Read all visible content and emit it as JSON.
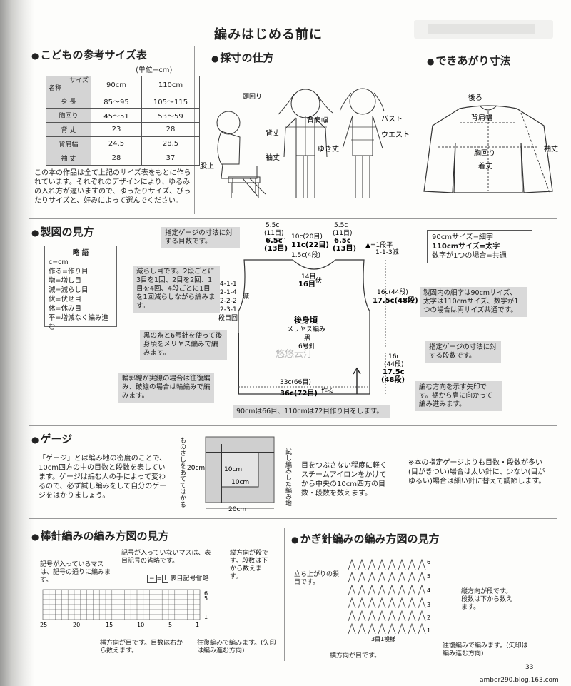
{
  "header": {
    "title": "編みはじめる前に",
    "page_number": "33",
    "footer_credit": "amber290.blog.163.com"
  },
  "size_ref": {
    "heading": "こどもの参考サイズ表",
    "unit": "(単位=cm)",
    "corner_top": "サイズ",
    "corner_bottom": "名称",
    "columns": [
      "90cm",
      "110cm"
    ],
    "rows": [
      {
        "label": "身 長",
        "v90": "85〜95",
        "v110": "105〜115"
      },
      {
        "label": "胸回り",
        "v90": "45〜51",
        "v110": "53〜59"
      },
      {
        "label": "背 丈",
        "v90": "23",
        "v110": "28"
      },
      {
        "label": "背肩幅",
        "v90": "24.5",
        "v110": "28.5"
      },
      {
        "label": "袖 丈",
        "v90": "28",
        "v110": "37"
      }
    ],
    "note": "この本の作品は全て上記のサイズ表をもとに作られています。それぞれのデザインにより、ゆるみの入れ方が違いますので、ゆったりサイズ、ぴったりサイズと、好みによって選んでください。"
  },
  "measure": {
    "heading": "採寸の仕方",
    "labels": {
      "head": "頭回り",
      "back_length": "背丈",
      "sleeve": "袖丈",
      "crotch": "股上",
      "shoulder": "背肩幅",
      "yuki": "ゆき丈",
      "bust": "バスト",
      "waist": "ウエスト"
    }
  },
  "finished": {
    "heading": "できあがり寸法",
    "labels": {
      "back": "後ろ",
      "shoulder": "背肩幅",
      "chest": "胸回り",
      "length": "着丈",
      "sleeve": "袖丈"
    }
  },
  "pattern": {
    "heading": "製図の見方",
    "abbr_title": "略 語",
    "abbr": [
      "c=cm",
      "作る=作り目",
      "増=増し目",
      "減=減らし目",
      "伏=伏せ目",
      "休=休み目",
      "平=増減なく編み進む"
    ],
    "notes": {
      "gauge_count": "指定ゲージの寸法に対する目数です。",
      "decrease": "減らし目です。2段ごとに3目を1回、2目を2回、1目を4回、4段ごとに1目を1回減らしながら編みます。",
      "yarn": "黒の糸と6号針を使って後身頃をメリヤス編みで編みます。",
      "outline": "輪郭線が実線の場合は往復編み、破線の場合は輪編みで編みます。",
      "size_note": "90cmサイズ=細字",
      "size_note2": "110cmサイズ=太字",
      "size_note3": "数字が1つの場合=共通",
      "size_expl": "製図内の細字は90cmサイズ、太字は110cmサイズ、数字が1つの場合は両サイズ共通です。",
      "row_count": "指定ゲージの寸法に対する段数です。",
      "direction": "編む方向を示す矢印です。裾から肩に向かって編み進みます。",
      "cast_on": "90cmは66目、110cmは72目作り目をします。"
    },
    "diagram": {
      "dec_seq": [
        "4-1-1",
        "2-1-4",
        "2-2-2",
        "2-3-1"
      ],
      "dec_unit": "段目回",
      "dec_label": "減",
      "top_left_a": "5.5c",
      "top_left_b": "(11目)",
      "top_left_c": "6.5c",
      "top_left_d": "(13目)",
      "top_mid_a": "10c(20目)",
      "top_mid_b": "11c(22目)",
      "top_right_a": "5.5c",
      "top_right_b": "(11目)",
      "top_right_c": "6.5c",
      "top_right_d": "(13目)",
      "neck_rows": "1.5c(4段)",
      "neck_st_a": "14目",
      "neck_st_b": "16目",
      "neck_fu": "伏",
      "sym": "▲=1段平",
      "sym2": "1-1-3減",
      "right_a": "16c(44段)",
      "right_b": "17.5c(48段)",
      "right2_a": "16c",
      "right2_b": "(44段)",
      "right2_c": "17.5c",
      "right2_d": "(48段)",
      "piece": "後身頃",
      "stitch": "メリヤス編み",
      "color": "黒",
      "needle": "6号針",
      "bottom_a": "33c(66目)",
      "bottom_b": "36c(72目)",
      "make": "作る",
      "watermark": "悠悠云汀"
    }
  },
  "gauge": {
    "heading": "ゲージ",
    "text": "「ゲージ」とは編み地の密度のことで、10cm四方の中の目数と段数を表しています。ゲージは編む人の手によって変わるので、必ず試し編みをして自分のゲージをはかりましょう。",
    "ruler": "ものさしをあててはかる",
    "swatch": "試し編みした編み地",
    "d20h": "20cm",
    "d10h": "10cm",
    "d10v": "10cm",
    "d20v": "20cm",
    "iron": "目をつぶさない程度に軽くスチームアイロンをかけてから中央の10cm四方の目数・段数を数えます。",
    "tip": "※本の指定ゲージよりも目数・段数が多い(目がきつい)場合は太い針に、少ない(目がゆるい)場合は細い針に替えて調節します。"
  },
  "knit_chart": {
    "heading": "棒針編みの編み方図の見方",
    "note_sym": "記号が入っているマスは、記号の通りに編みます。",
    "note_blank": "記号が入っていないマスは、表目記号の省略です。",
    "omit": "表目記号省略",
    "note_rows": "縦方向が段です。段数は下から数えます。",
    "note_cols": "横方向が目です。目数は右から数えます。",
    "note_dir": "往復編みで編みます。(矢印は編み進む方向)",
    "cols": [
      "25",
      "20",
      "15",
      "10",
      "5",
      "1"
    ],
    "rows": [
      "6",
      "5",
      "1"
    ]
  },
  "crochet_chart": {
    "heading": "かぎ針編みの編み方図の見方",
    "note_ch": "立ち上がりの鎖目です。",
    "note_rows": "縦方向が段です。段数は下から数えます。",
    "note_cols": "横方向が目です。",
    "note_dir": "往復編みで編みます。(矢印は編み進む方向)",
    "repeat": "3目1模様",
    "rows": [
      "6",
      "5",
      "4",
      "3",
      "2",
      "1"
    ]
  },
  "colors": {
    "gray_note": "#d9d9d9",
    "table_head": "#d4d4d4"
  }
}
